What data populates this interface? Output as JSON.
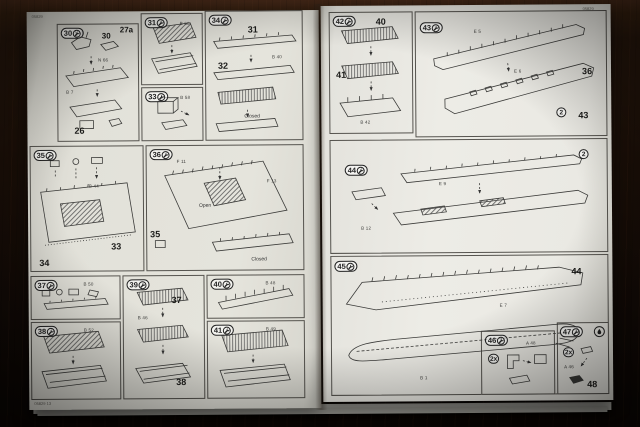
{
  "scene": {
    "left_code_top": "05829",
    "left_code_bottom": "05829 13",
    "right_code_top": "05829"
  },
  "left": {
    "p30": {
      "step": "30",
      "ref1": "30",
      "ref2": "27a",
      "ref3": "26",
      "c1": "N 66",
      "c2": "B 7"
    },
    "p31": {
      "step": "31",
      "c1": "B 60"
    },
    "p33": {
      "step": "33",
      "c1": "B 58"
    },
    "p34": {
      "step": "34",
      "ref1": "31",
      "ref2": "32",
      "note": "Closed",
      "c1": "B 40"
    },
    "p35": {
      "step": "35",
      "ref1": "33",
      "ref2": "34",
      "c1": "B 44"
    },
    "p36": {
      "step": "36",
      "ref1": "35",
      "note1": "Open",
      "note2": "Closed",
      "c1": "F 11",
      "c2": "F 13"
    },
    "p37": {
      "step": "37",
      "c1": "B 50"
    },
    "p38": {
      "step": "38",
      "c1": "B 52"
    },
    "p39": {
      "step": "39",
      "ref1": "37",
      "ref2": "38",
      "c1": "B 46"
    },
    "p40": {
      "step": "40",
      "c1": "B 48"
    },
    "p41": {
      "step": "41",
      "c1": "B 49"
    }
  },
  "right": {
    "p42": {
      "step": "42",
      "ref1": "40",
      "ref2": "41",
      "c1": "B 42"
    },
    "p43": {
      "step": "43",
      "ref1": "36",
      "ref2": "43",
      "qty": "2",
      "c1": "E 5",
      "c2": "E 6"
    },
    "p44": {
      "step": "44",
      "qty": "2",
      "c1": "E 9",
      "c2": "B 12"
    },
    "p45": {
      "step": "45",
      "ref1": "44",
      "c1": "B 1",
      "c2": "E 7"
    },
    "p46": {
      "step": "46",
      "qty": "2x",
      "c1": "A 48"
    },
    "p47": {
      "step": "47",
      "qty": "2x",
      "ref1": "48",
      "c1": "A 46"
    }
  }
}
